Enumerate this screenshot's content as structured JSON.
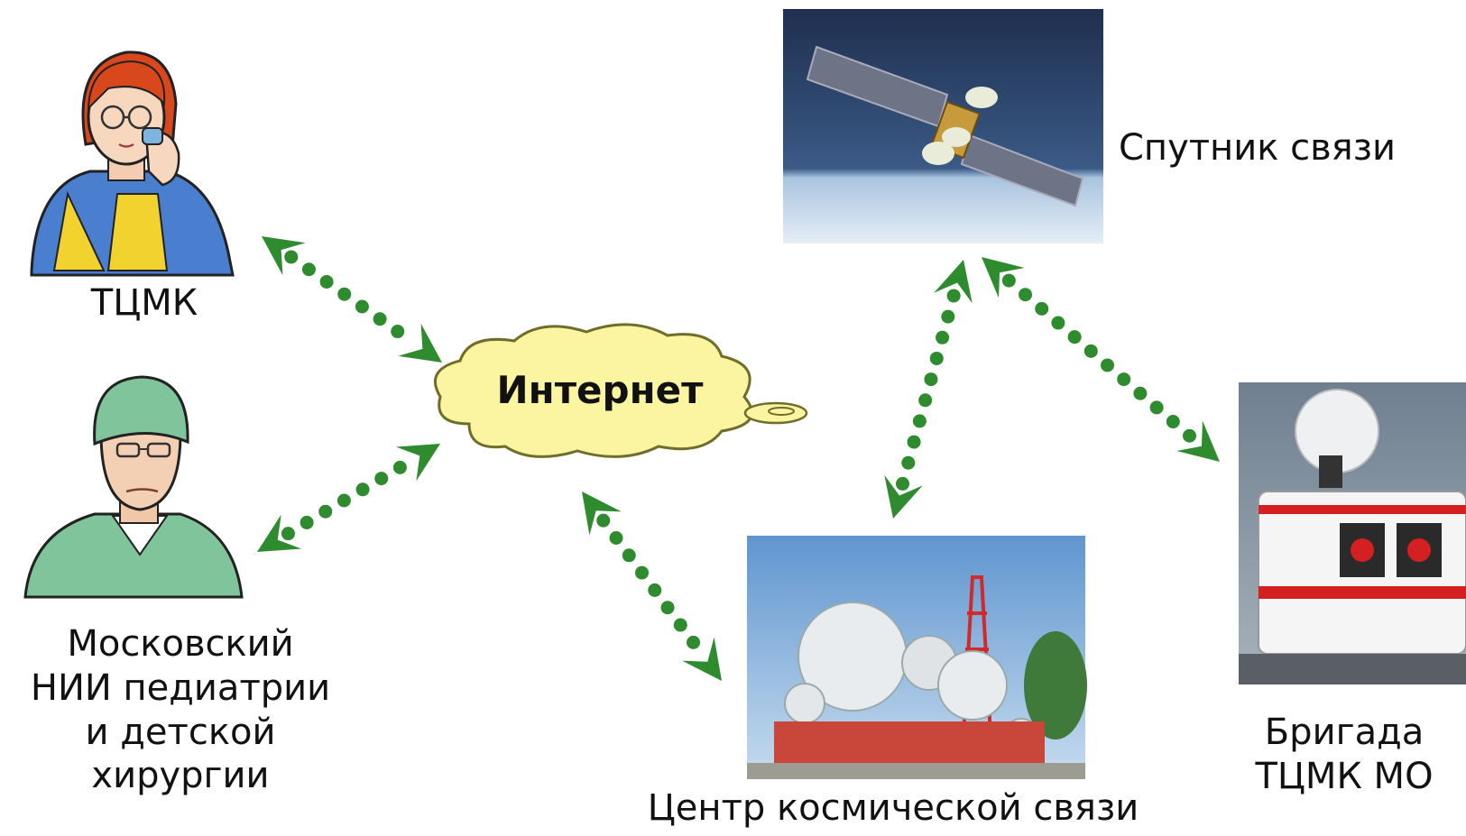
{
  "labels": {
    "tcmk": "ТЦМК",
    "niid": [
      "Московский",
      "НИИ педиатрии",
      "и детской",
      "хирургии"
    ],
    "internet": "Интернет",
    "satellite": "Спутник связи",
    "brigade": [
      "Бригада",
      "ТЦМК МО"
    ],
    "space_center": "Центр космической связи"
  },
  "icons": {
    "nurse": "female-operator-with-phone-icon",
    "surgeon": "surgeon-icon",
    "cloud": "internet-cloud-icon",
    "satellite": "communications-satellite-photo",
    "ground_station": "satellite-ground-station-photo",
    "ambulance": "mobile-ambulance-with-dish-photo"
  },
  "colors": {
    "arrow": "#2e8b2e",
    "cloud_fill": "#fbf4a0",
    "cloud_stroke": "#6e6e2a",
    "hair": "#d9481c",
    "uniform_blue": "#4a7fd0",
    "uniform_yellow": "#f2d22e",
    "scrubs": "#7fc49a"
  },
  "links": [
    {
      "name": "link-tcmk-internet"
    },
    {
      "name": "link-niid-internet"
    },
    {
      "name": "link-internet-space-center"
    },
    {
      "name": "link-space-center-satellite"
    },
    {
      "name": "link-satellite-brigade"
    }
  ]
}
